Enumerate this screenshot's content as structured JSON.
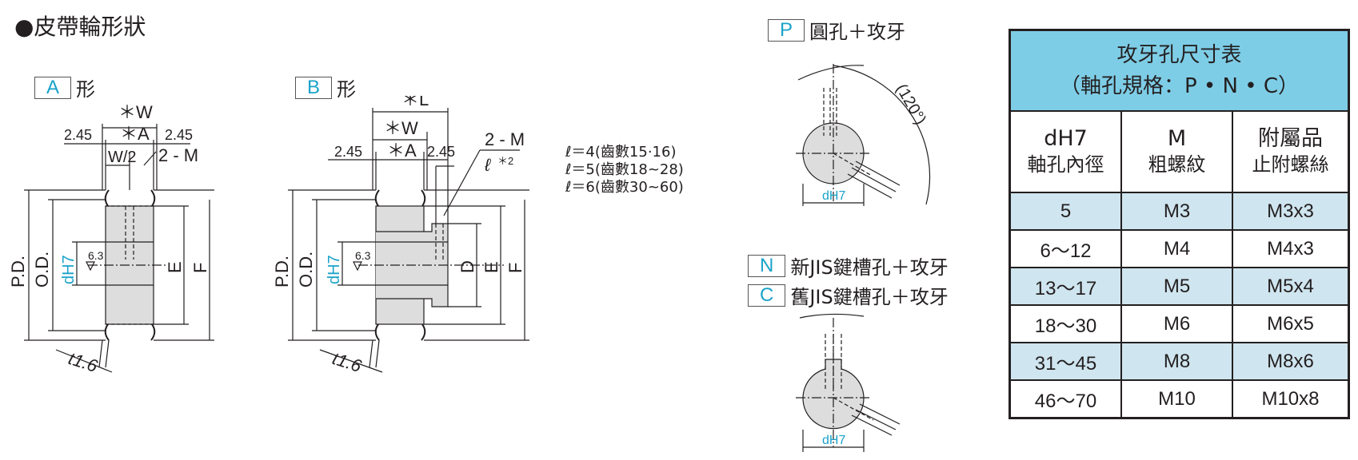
{
  "title": "●皮帶輪形狀",
  "shapes": {
    "a": {
      "tag": "A",
      "label": "形"
    },
    "b": {
      "tag": "B",
      "label": "形"
    },
    "p": {
      "tag": "P",
      "label": "圓孔＋攻牙"
    },
    "n": {
      "tag": "N",
      "label": "新JIS鍵槽孔＋攻牙"
    },
    "c": {
      "tag": "C",
      "label": "舊JIS鍵槽孔＋攻牙"
    }
  },
  "dims": {
    "w": "＊W",
    "a": "＊A",
    "w2": "W/2",
    "m": "2 - M",
    "l": "＊L",
    "d245": "2.45",
    "pd": "P.D.",
    "od": "O.D.",
    "dh7": "dH7",
    "e": "E",
    "f": "F",
    "dd": "D",
    "t16": "t1.6",
    "r63": "6.3",
    "ell": "ℓ",
    "ell2": "＊2",
    "angle": "(120°)",
    "dh7small": "dH7"
  },
  "notes": [
    "ℓ＝4(齒數15·16)",
    "ℓ＝5(齒數18~28)",
    "ℓ＝6(齒數30~60)"
  ],
  "table": {
    "caption_line1": "攻牙孔尺寸表",
    "caption_line2": "（軸孔規格：P • N • C）",
    "headers": [
      {
        "top": "dH7",
        "bottom": "軸孔內徑"
      },
      {
        "top": "M",
        "bottom": "粗螺紋"
      },
      {
        "top": "附屬品",
        "bottom": "止附螺絲"
      }
    ],
    "rows": [
      [
        "5",
        "M3",
        "M3x3"
      ],
      [
        "6～12",
        "M4",
        "M4x3"
      ],
      [
        "13～17",
        "M5",
        "M5x4"
      ],
      [
        "18～30",
        "M6",
        "M6x5"
      ],
      [
        "31～45",
        "M8",
        "M8x6"
      ],
      [
        "46～70",
        "M10",
        "M10x8"
      ]
    ]
  },
  "colors": {
    "accent": "#1aa3c9",
    "table_header": "#7ecde6",
    "table_stripe": "#cfe5ef"
  }
}
